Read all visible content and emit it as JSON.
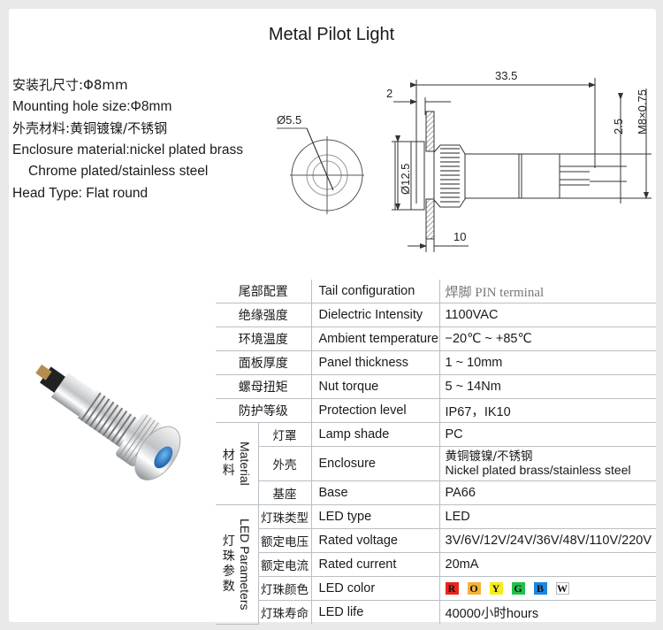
{
  "title": "Metal Pilot Light",
  "specs_list": [
    "安装孔尺寸:Φ8mm",
    "Mounting hole size:Φ8mm",
    "外壳材料:黄铜镀镍/不锈钢",
    "Enclosure material:nickel plated brass",
    "Chrome plated/stainless steel",
    "Head Type: Flat round"
  ],
  "drawing": {
    "dims": {
      "face_diameter": "Ø5.5",
      "head_diameter": "Ø12.5",
      "total_length": "33.5",
      "head_thickness": "2",
      "panel_range": "10",
      "pin_spacing": "2.5",
      "thread": "M8×0.75"
    }
  },
  "table": {
    "rows": [
      {
        "cn": "尾部配置",
        "en": "Tail configuration",
        "value": "焊脚  PIN terminal"
      },
      {
        "cn": "绝缘强度",
        "en": "Dielectric Intensity",
        "value": "1100VAC"
      },
      {
        "cn": "环境温度",
        "en": "Ambient temperature",
        "value": "−20℃ ~ +85℃"
      },
      {
        "cn": "面板厚度",
        "en": "Panel thickness",
        "value": "1 ~ 10mm"
      },
      {
        "cn": "螺母扭矩",
        "en": "Nut torque",
        "value": "5 ~ 14Nm"
      },
      {
        "cn": "防护等级",
        "en": "Protection level",
        "value": "IP67，IK10"
      }
    ],
    "material": {
      "group_cn": "材料",
      "group_en": "Material",
      "rows": [
        {
          "cn": "灯罩",
          "en": "Lamp shade",
          "value": "PC"
        },
        {
          "cn": "外壳",
          "en": "Enclosure",
          "value": "黄铜镀镍/不锈钢",
          "value2": "Nickel plated brass/stainless steel"
        },
        {
          "cn": "基座",
          "en": "Base",
          "value": "PA66"
        }
      ]
    },
    "led": {
      "group_cn": "灯珠参数",
      "group_en": "LED Parameters",
      "rows": [
        {
          "cn": "灯珠类型",
          "en": "LED type",
          "value": "LED"
        },
        {
          "cn": "额定电压",
          "en": "Rated voltage",
          "value": "3V/6V/12V/24V/36V/48V/110V/220V"
        },
        {
          "cn": "额定电流",
          "en": "Rated current",
          "value": "20mA"
        },
        {
          "cn": "灯珠颜色",
          "en": "LED color",
          "value": ""
        },
        {
          "cn": "灯珠寿命",
          "en": "LED life",
          "value": "40000小时hours"
        }
      ],
      "colors": [
        {
          "letter": "R",
          "color": "#e8251d"
        },
        {
          "letter": "O",
          "color": "#f6b13a"
        },
        {
          "letter": "Y",
          "color": "#f7ec1c"
        },
        {
          "letter": "G",
          "color": "#22c04a"
        },
        {
          "letter": "B",
          "color": "#1f86e0"
        },
        {
          "letter": "W",
          "color": "#ffffff"
        }
      ]
    }
  }
}
